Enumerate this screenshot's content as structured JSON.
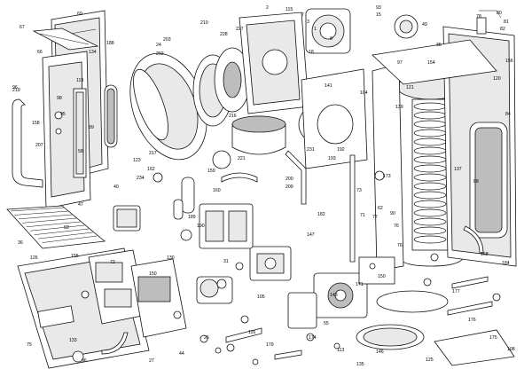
{
  "callouts": [
    {
      "id": "c-69",
      "text": "69"
    },
    {
      "id": "c-67",
      "text": "67"
    },
    {
      "id": "c-66",
      "text": "66"
    },
    {
      "id": "c-134",
      "text": "134"
    },
    {
      "id": "c-188",
      "text": "188"
    },
    {
      "id": "c-96",
      "text": "96"
    },
    {
      "id": "c-219",
      "text": "219"
    },
    {
      "id": "c-158",
      "text": "158"
    },
    {
      "id": "c-207",
      "text": "207"
    },
    {
      "id": "c-119",
      "text": "119"
    },
    {
      "id": "c-98",
      "text": "98"
    },
    {
      "id": "c-95",
      "text": "95"
    },
    {
      "id": "c-99",
      "text": "99"
    },
    {
      "id": "c-58",
      "text": "58"
    },
    {
      "id": "c-59",
      "text": "59"
    },
    {
      "id": "c-36",
      "text": "36"
    },
    {
      "id": "c-47",
      "text": "47"
    },
    {
      "id": "c-40",
      "text": "40"
    },
    {
      "id": "c-155",
      "text": "155"
    },
    {
      "id": "c-126",
      "text": "126"
    },
    {
      "id": "c-75",
      "text": "75"
    },
    {
      "id": "c-133",
      "text": "133"
    },
    {
      "id": "c-96b",
      "text": "96"
    },
    {
      "id": "c-27",
      "text": "27"
    },
    {
      "id": "c-26",
      "text": "26"
    },
    {
      "id": "c-44",
      "text": "44"
    },
    {
      "id": "c-210",
      "text": "210"
    },
    {
      "id": "c-228",
      "text": "228"
    },
    {
      "id": "c-227",
      "text": "227"
    },
    {
      "id": "c-115",
      "text": "115"
    },
    {
      "id": "c-93",
      "text": "93"
    },
    {
      "id": "c-15",
      "text": "15"
    },
    {
      "id": "c-49",
      "text": "49"
    },
    {
      "id": "c-78",
      "text": "78"
    },
    {
      "id": "c-80",
      "text": "80"
    },
    {
      "id": "c-81",
      "text": "81"
    },
    {
      "id": "c-82",
      "text": "82"
    },
    {
      "id": "c-35",
      "text": "35"
    },
    {
      "id": "c-97",
      "text": "97"
    },
    {
      "id": "c-154",
      "text": "154"
    },
    {
      "id": "c-156",
      "text": "156"
    },
    {
      "id": "c-120",
      "text": "120"
    },
    {
      "id": "c-121",
      "text": "121"
    },
    {
      "id": "c-139",
      "text": "139"
    },
    {
      "id": "c-137",
      "text": "137"
    },
    {
      "id": "c-88",
      "text": "88"
    },
    {
      "id": "c-84",
      "text": "84"
    },
    {
      "id": "c-108",
      "text": "108"
    },
    {
      "id": "c-171",
      "text": "171"
    },
    {
      "id": "c-173",
      "text": "173"
    },
    {
      "id": "c-150",
      "text": "150"
    },
    {
      "id": "c-146",
      "text": "146"
    },
    {
      "id": "c-135",
      "text": "135"
    },
    {
      "id": "c-125",
      "text": "125"
    },
    {
      "id": "c-113",
      "text": "113"
    },
    {
      "id": "c-174",
      "text": "174"
    },
    {
      "id": "c-179",
      "text": "179"
    },
    {
      "id": "c-116",
      "text": "116"
    },
    {
      "id": "c-105",
      "text": "105"
    },
    {
      "id": "c-55",
      "text": "55"
    },
    {
      "id": "c-143",
      "text": "143"
    },
    {
      "id": "c-147",
      "text": "147"
    },
    {
      "id": "c-182",
      "text": "182"
    },
    {
      "id": "c-192",
      "text": "192"
    },
    {
      "id": "c-193",
      "text": "193"
    },
    {
      "id": "c-200",
      "text": "200"
    },
    {
      "id": "c-209",
      "text": "209"
    },
    {
      "id": "c-160",
      "text": "160"
    },
    {
      "id": "c-159",
      "text": "159"
    },
    {
      "id": "c-234",
      "text": "234"
    },
    {
      "id": "c-162",
      "text": "162"
    },
    {
      "id": "c-123",
      "text": "123"
    },
    {
      "id": "c-217",
      "text": "217"
    },
    {
      "id": "c-31",
      "text": "31"
    },
    {
      "id": "c-72",
      "text": "72"
    },
    {
      "id": "c-130",
      "text": "130"
    },
    {
      "id": "c-150b",
      "text": "150"
    },
    {
      "id": "c-175",
      "text": "175"
    },
    {
      "id": "c-176",
      "text": "176"
    },
    {
      "id": "c-177",
      "text": "177"
    },
    {
      "id": "c-184",
      "text": "184"
    },
    {
      "id": "c-168",
      "text": "168"
    },
    {
      "id": "c-77",
      "text": "77"
    },
    {
      "id": "c-76",
      "text": "76"
    },
    {
      "id": "c-2",
      "text": "2"
    },
    {
      "id": "c-7",
      "text": "7"
    },
    {
      "id": "c-3",
      "text": "3"
    },
    {
      "id": "c-1",
      "text": "1"
    },
    {
      "id": "c-8",
      "text": "8"
    },
    {
      "id": "c-18",
      "text": "18"
    },
    {
      "id": "c-24",
      "text": "24"
    },
    {
      "id": "c-216",
      "text": "216"
    },
    {
      "id": "c-231",
      "text": "231"
    },
    {
      "id": "c-221",
      "text": "221"
    },
    {
      "id": "c-71",
      "text": "71"
    },
    {
      "id": "c-62",
      "text": "62"
    },
    {
      "id": "c-76b",
      "text": "76"
    },
    {
      "id": "c-189",
      "text": "189"
    },
    {
      "id": "c-190",
      "text": "190"
    },
    {
      "id": "c-203",
      "text": "203"
    },
    {
      "id": "c-202",
      "text": "202"
    },
    {
      "id": "c-141",
      "text": "141"
    },
    {
      "id": "c-104",
      "text": "104"
    },
    {
      "id": "c-73",
      "text": "73"
    },
    {
      "id": "c-90",
      "text": "90"
    }
  ]
}
